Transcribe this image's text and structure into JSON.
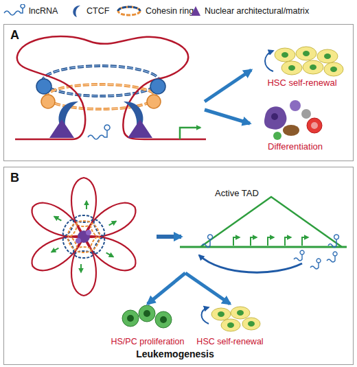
{
  "diagram": {
    "nodes": [
      {
        "text": [
          "A"
        ]
      },
      {
        "text": [
          "HSC self-renewal"
        ],
        "in": 0
      },
      {
        "text": [
          "Differentiation"
        ],
        "in": 0
      },
      {
        "text": [
          "B"
        ]
      },
      {
        "text": [
          "Active TAD"
        ],
        "in": 3
      },
      {
        "text": [
          "HS/PC proliferation"
        ],
        "in": 3
      },
      {
        "text": [
          "HSC self-renewal"
        ],
        "in": 3
      }
    ],
    "edges": [
      {
        "from": 4,
        "to": 5,
        "arrow": "to"
      },
      {
        "from": 4,
        "to": 6,
        "arrow": "to"
      }
    ],
    "labels": [
      "Leukemogenesis"
    ],
    "legend": [
      {
        "text": "lncRNA"
      },
      {
        "text": "CTCF"
      },
      {
        "text": "Cohesin ring"
      },
      {
        "text": "Nuclear architectural/matrix"
      }
    ]
  }
}
